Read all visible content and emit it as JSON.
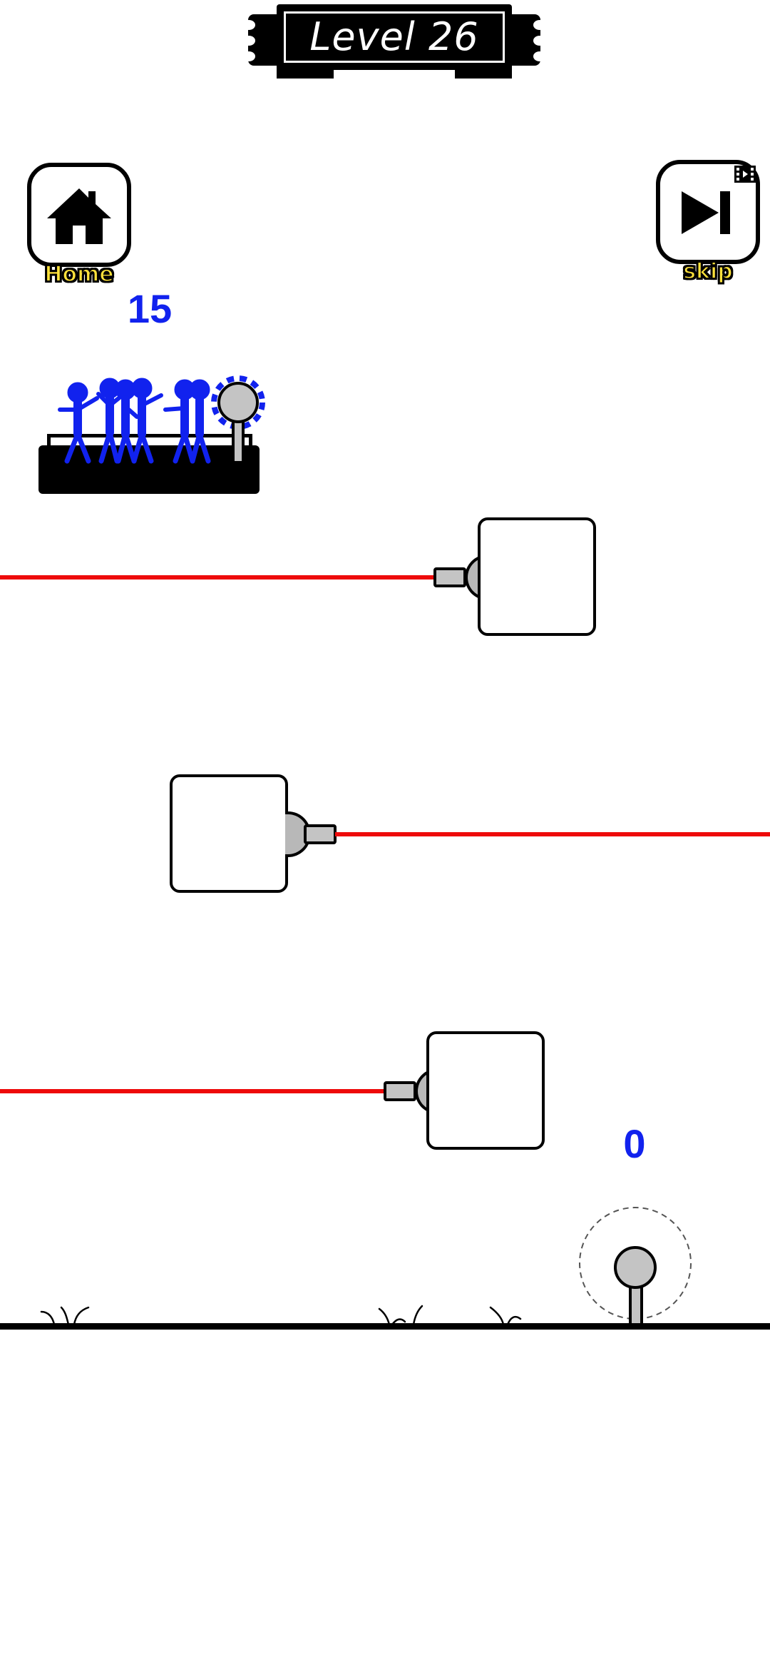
{
  "hud": {
    "level_title": "Level 26",
    "home_label": "Home",
    "skip_label": "skip"
  },
  "scores": {
    "crowd_count": "15",
    "target_count": "0"
  },
  "colors": {
    "laser": "#ee0a0a",
    "crowd": "#1122ee",
    "score": "#1122ee",
    "button_label": "#ffe23b"
  },
  "icons": {
    "home": "house-icon",
    "skip": "skip-next-icon",
    "video": "video-ad-icon"
  }
}
